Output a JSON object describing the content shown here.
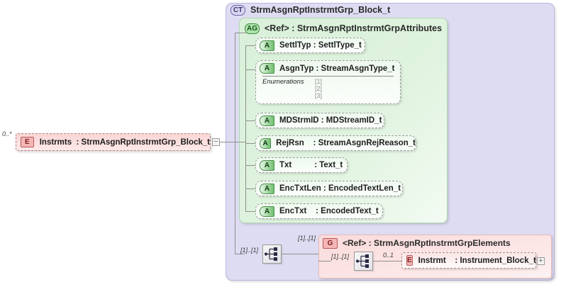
{
  "diagram": {
    "type": "xsd-schema-diagram",
    "complex_type": {
      "badge": "CT",
      "badge_name": "complex-type-icon",
      "title": "StrmAsgnRptInstrmtGrp_Block_t"
    },
    "attribute_group": {
      "badge": "AG",
      "badge_name": "attribute-group-icon",
      "ref_label": "<Ref>",
      "separator": ":",
      "type_name": "StrmAsgnRptInstrmtGrpAttributes",
      "title": "<Ref>    : StrmAsgnRptInstrmtGrpAttributes"
    },
    "attributes": [
      {
        "badge": "A",
        "name": "SettlTyp",
        "type": "SettlType_t",
        "label": "SettlTyp : SettlType_t"
      },
      {
        "badge": "A",
        "name": "AsgnTyp",
        "type": "StreamAsgnType_t",
        "label": "AsgnTyp : StreamAsgnType_t",
        "enumerations_title": "Enumerations",
        "enumerations": [
          "[1]",
          "[2]",
          "[3]"
        ]
      },
      {
        "badge": "A",
        "name": "MDStrmID",
        "type": "MDStreamID_t",
        "label": "MDStrmID : MDStreamID_t"
      },
      {
        "badge": "A",
        "name": "RejRsn",
        "type": "StreamAsgnRejReason_t",
        "label": "RejRsn    : StreamAsgnRejReason_t"
      },
      {
        "badge": "A",
        "name": "Txt",
        "type": "Text_t",
        "label": "Txt          : Text_t"
      },
      {
        "badge": "A",
        "name": "EncTxtLen",
        "type": "EncodedTextLen_t",
        "label": "EncTxtLen : EncodedTextLen_t"
      },
      {
        "badge": "A",
        "name": "EncTxt",
        "type": "EncodedText_t",
        "label": "EncTxt    : EncodedText_t"
      }
    ],
    "left_element": {
      "badge": "E",
      "badge_name": "element-icon",
      "name": "Instrmts",
      "type": "StrmAsgnRptInstrmtGrp_Block_t",
      "label": "Instrmts  : StrmAsgnRptInstrmtGrp_Block_t",
      "cardinality": "0..*"
    },
    "expanders": {
      "left_element": "−",
      "instrmt": "+"
    },
    "sequences": [
      {
        "name": "outer-sequence",
        "cardinality_left": "[1]..[1]",
        "cardinality_right": "[1]..[1]"
      },
      {
        "name": "group-sequence",
        "cardinality_left": "[1]..[1]"
      }
    ],
    "group_ref": {
      "badge": "G",
      "badge_name": "group-icon",
      "ref_label": "<Ref>",
      "separator": ":",
      "type_name": "StrmAsgnRptInstrmtGrpElements",
      "title": "<Ref>       : StrmAsgnRptInstrmtGrpElements"
    },
    "group_element": {
      "badge": "E",
      "badge_name": "element-icon",
      "name": "Instrmt",
      "type": "Instrument_Block_t",
      "label": "Instrmt    : Instrument_Block_t",
      "cardinality": "0..1"
    },
    "colors": {
      "complex_type_bg": "#dedcf2",
      "attribute_group_bg": "#d9f0d9",
      "element_bg": "#fadada",
      "group_bg": "#fadede",
      "connector": "#8f8f8f"
    }
  }
}
